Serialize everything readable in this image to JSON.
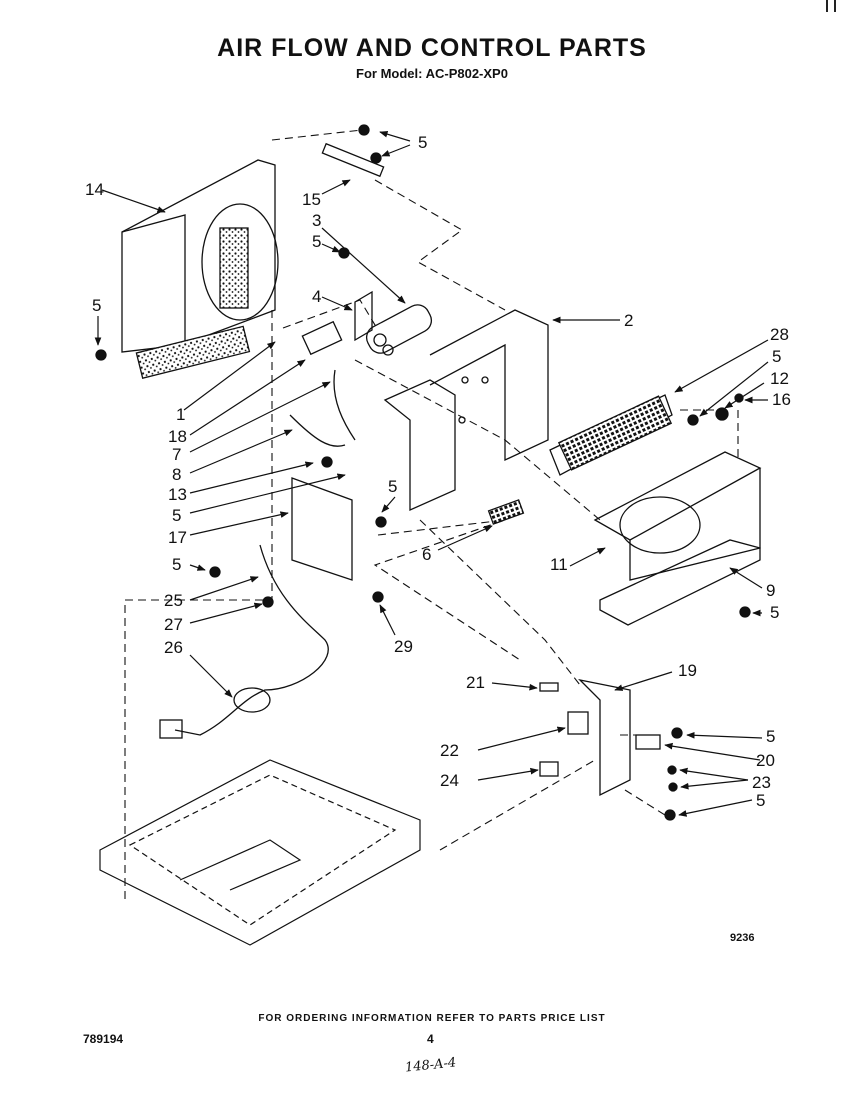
{
  "header": {
    "title": "AIR FLOW AND CONTROL PARTS",
    "subtitle": "For Model: AC-P802-XP0"
  },
  "callouts": {
    "c14": "14",
    "c15": "15",
    "c3": "3",
    "c5a": "5",
    "c5b": "5",
    "c5c": "5",
    "c4": "4",
    "c2": "2",
    "c28": "28",
    "c5d": "5",
    "c12": "12",
    "c16": "16",
    "c1": "1",
    "c18": "18",
    "c7": "7",
    "c8": "8",
    "c13": "13",
    "c5e": "5",
    "c17": "17",
    "c5f": "5",
    "c5g": "5",
    "c6": "6",
    "c11": "11",
    "c9": "9",
    "c5h": "5",
    "c25": "25",
    "c27": "27",
    "c29": "29",
    "c26": "26",
    "c21": "21",
    "c19": "19",
    "c5i": "5",
    "c22": "22",
    "c20": "20",
    "c24": "24",
    "c23": "23",
    "c5j": "5"
  },
  "footer": {
    "ordering_note": "FOR ORDERING INFORMATION REFER TO PARTS PRICE LIST",
    "document_number": "789194",
    "page_number": "4",
    "drawing_number": "9236",
    "handwritten_note": "148-A-4"
  }
}
